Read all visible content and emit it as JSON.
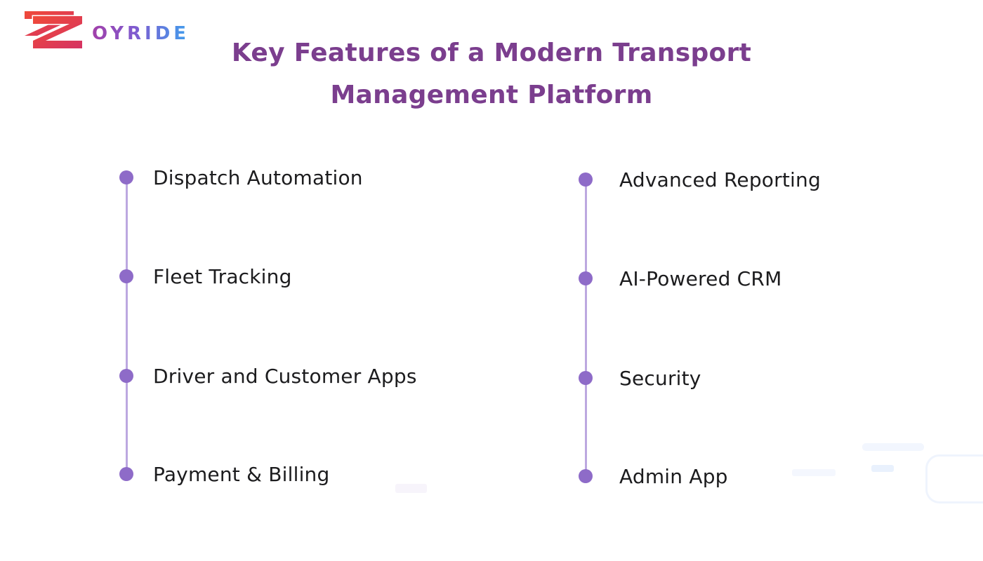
{
  "page": {
    "background": "#FFFFFF"
  },
  "logo": {
    "wordmark": "OYRIDE",
    "mark": "double-z-monogram",
    "mark_gradient": [
      "#F04A38",
      "#D53363"
    ],
    "wordmark_gradient": [
      "#A23FA9",
      "#3FA0EE"
    ]
  },
  "title": {
    "line1": "Key Features of a Modern Transport",
    "line2": "Management Platform",
    "color": "#7B3E8E"
  },
  "features": {
    "left": [
      "Dispatch Automation",
      "Fleet Tracking",
      "Driver and Customer Apps",
      "Payment & Billing"
    ],
    "right": [
      "Advanced Reporting",
      "AI-Powered CRM",
      "Security",
      "Admin App"
    ]
  },
  "theme": {
    "dot_color": "#8E6BC8",
    "line_color": "#BCA8E0",
    "text_color": "#1C1C1E"
  }
}
